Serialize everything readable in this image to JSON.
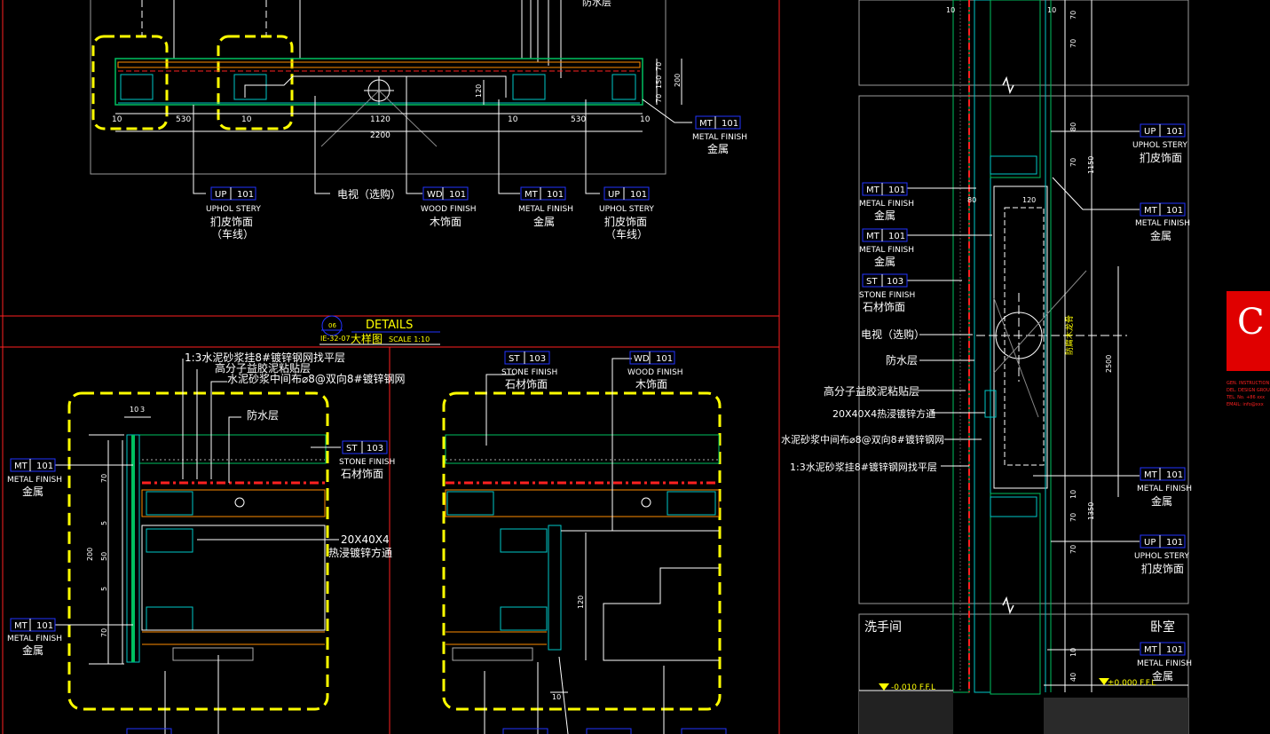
{
  "detail_header": {
    "number": "06",
    "sheet_ref": "IE-32-07",
    "title_en": "DETAILS",
    "title_cn": "大样图",
    "scale": "SCALE 1:10"
  },
  "tags": {
    "up": {
      "code": "UP",
      "num": "101",
      "en": "UPHOL STERY",
      "cn": "扪皮饰面"
    },
    "mt": {
      "code": "MT",
      "num": "101",
      "en": "METAL FINISH",
      "cn": "金属"
    },
    "wd": {
      "code": "WD",
      "num": "101",
      "en": "WOOD FINISH",
      "cn": "木饰面"
    },
    "st": {
      "code": "ST",
      "num": "103",
      "en": "STONE FINISH",
      "cn": "石材饰面"
    }
  },
  "notes": {
    "stitch": "（车线）",
    "tv": "电视（选购）",
    "waterproof": "防水层",
    "polymer_mortar": "高分子益胶泥粘贴层",
    "tube": "20X40X4热浸镀锌方通",
    "tube_a": "20X40X4",
    "tube_b": "热浸镀锌方通",
    "mesh_mortar": "水泥砂浆中间布⌀8@双向8#镀锌钢网",
    "leveling": "1:3水泥砂浆挂8#镀锌钢网找平层"
  },
  "rooms": {
    "washroom": "洗手间",
    "bedroom": "卧室"
  },
  "levels": {
    "washroom_ffl": "-0.010 F.F.L",
    "bedroom_ffl": "±0.000 F.F.L"
  },
  "dims": {
    "top": [
      "10",
      "530",
      "10",
      "1120",
      "2200",
      "10",
      "530",
      "10"
    ],
    "top_right": [
      "70",
      "150",
      "70",
      "200",
      "120"
    ],
    "left_detail": [
      "10",
      "3",
      "70",
      "5",
      "50",
      "5",
      "70",
      "200"
    ],
    "mid_detail": [
      "120",
      "10"
    ],
    "section": [
      "10",
      "10",
      "80",
      "70",
      "70",
      "1150",
      "120",
      "2500",
      "10",
      "1350",
      "70",
      "70",
      "40",
      "80",
      "70",
      "10"
    ]
  },
  "section_label": "防腐木龙骨",
  "side_panel": {
    "letter": "C",
    "notes": [
      "GEN. INSTRUCTION",
      "DEL. DESIGN GROUP",
      "TEL. No. +86 xxx",
      "EMAIL: info@xxx"
    ]
  },
  "colors": {
    "background": "#000000",
    "cut_yellow": "#ffff00",
    "frame_red": "#ff2020",
    "tag_blue": "#2233ff",
    "section_green": "#00c060",
    "steel_cyan": "#00c8c8"
  }
}
